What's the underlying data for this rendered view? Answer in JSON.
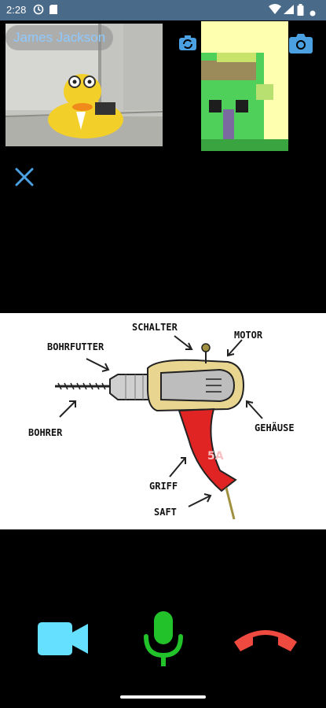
{
  "status_bar": {
    "time": "2:28",
    "icons": [
      "sync-icon",
      "sd-card-icon",
      "wifi-icon",
      "signal-icon",
      "battery-icon"
    ]
  },
  "call": {
    "remote_name": "James Jackson",
    "controls": {
      "camera_color": "#66e0ff",
      "mic_color": "#22c22a",
      "hangup_color": "#ef4a3f"
    },
    "accent_color": "#4aa0e0"
  },
  "whiteboard": {
    "labels": {
      "schalter": "SCHALTER",
      "motor": "MOTOR",
      "bohrfutter": "BOHRFUTTER",
      "bohrer": "BOHRER",
      "gehaeuse": "GEHÄUSE",
      "griff": "GRIFF",
      "saft": "SAFT",
      "battery_mark": "5A"
    }
  }
}
